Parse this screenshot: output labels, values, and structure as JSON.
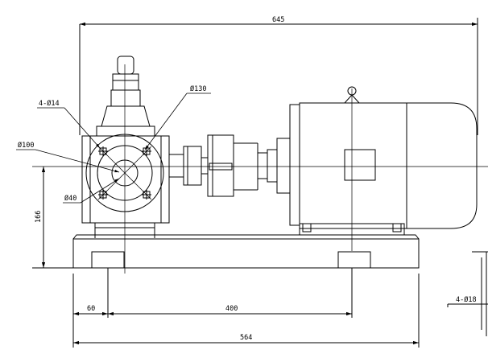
{
  "dimensions": {
    "overall_length": "645",
    "flange_bolts": "4-Ø14",
    "flange_pcd": "Ø130",
    "flange_od": "Ø100",
    "bore": "Ø40",
    "shaft_height": "166",
    "base_edge_offset": "60",
    "bolt_spacing": "400",
    "base_length": "564",
    "base_holes": "4-Ø18"
  }
}
